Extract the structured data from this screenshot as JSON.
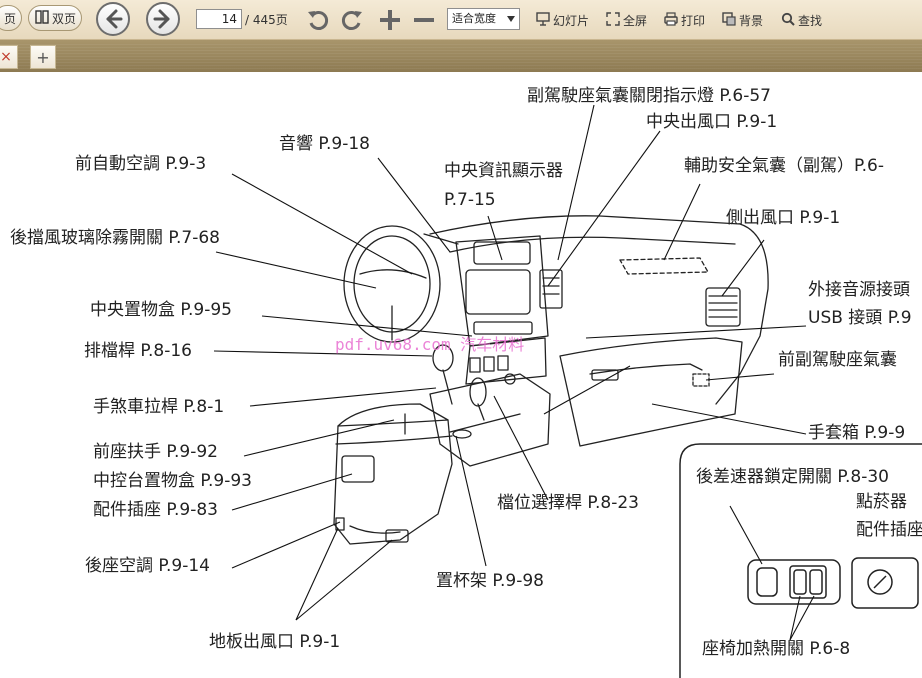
{
  "toolbar": {
    "page_btn": "页",
    "dual_page": "双页",
    "current_page": "14",
    "total_pages": "/ 445页",
    "zoom_mode": "适合宽度",
    "slideshow": "幻灯片",
    "fullscreen": "全屏",
    "print": "打印",
    "background": "背景",
    "find": "查找"
  },
  "tabs": {
    "close": "×",
    "add": "+"
  },
  "watermark": "pdf.uv68.com 汽车材料",
  "labels": {
    "passenger_airbag_off": "副駕駛座氣囊關閉指示燈 P.6-57",
    "center_vent": "中央出風口 P.9-1",
    "audio": "音響 P.9-18",
    "front_auto_ac": "前自動空調 P.9-3",
    "center_display": "中央資訊顯示器",
    "center_display_page": "P.7-15",
    "aux_airbag": "輔助安全氣囊（副駕）P.6-",
    "rear_defog": "後擋風玻璃除霧開關 P.7-68",
    "side_vent": "側出風口  P.9-1",
    "aux_jack": "外接音源接頭",
    "usb": "USB 接頭 P.9",
    "center_box": "中央置物盒 P.9-95",
    "shift_lever": "排檔桿 P.8-16",
    "front_passenger_airbag": "前副駕駛座氣囊",
    "parking_brake": "手煞車拉桿 P.8-1",
    "glove_box": "手套箱  P.9-9",
    "armrest": "前座扶手 P.9-92",
    "console_box": "中控台置物盒 P.9-93",
    "power_outlet": "配件插座 P.9-83",
    "rear_diff_lock": "後差速器鎖定開關  P.8-30",
    "cigarette_lighter": "點菸器",
    "accessory_socket": "配件插座",
    "gear_selector": "檔位選擇桿 P.8-23",
    "rear_ac": "後座空調 P.9-14",
    "cup_holder": "置杯架 P.9-98",
    "floor_vent": "地板出風口 P.9-1",
    "seat_heater": "座椅加熱開關 P.6-8"
  }
}
